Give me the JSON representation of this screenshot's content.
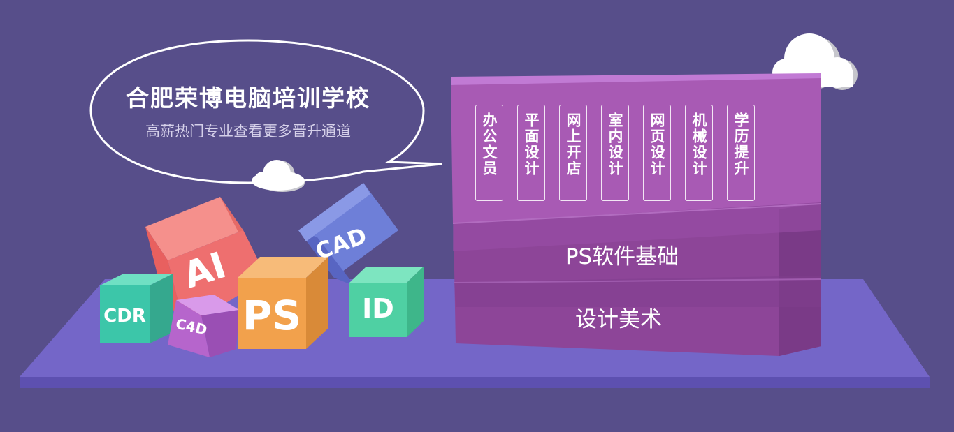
{
  "bubble": {
    "title": "合肥荣博电脑培训学校",
    "subtitle": "高薪热门专业查看更多晋升通道"
  },
  "cubes": {
    "ai": "AI",
    "cad": "CAD",
    "cdr": "CDR",
    "c4d": "C4D",
    "ps": "PS",
    "id": "ID"
  },
  "courses": [
    "办公文员",
    "平面设计",
    "网上开店",
    "室内设计",
    "网页设计",
    "机械设计",
    "学历提升"
  ],
  "tiers": {
    "middle": "PS软件基础",
    "bottom": "设计美术"
  },
  "colors": {
    "background": "#574e8a",
    "platform": "#7466c8",
    "box_front": "#8d4598",
    "box_top": "#c17ad4",
    "cube_ai": "#ee6f6f",
    "cube_cad": "#6e7fd8",
    "cube_cdr": "#3cc6a9",
    "cube_c4d": "#b665cc",
    "cube_ps": "#f2a14c",
    "cube_id": "#4fd0a3"
  }
}
